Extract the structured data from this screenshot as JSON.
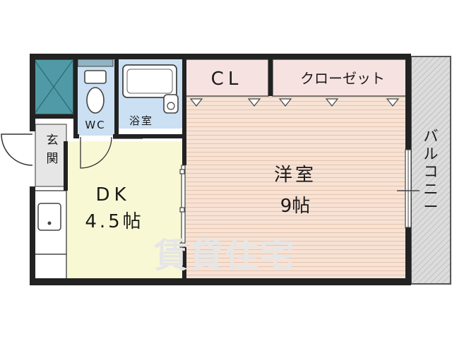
{
  "rooms": {
    "western_room": {
      "label": "洋室",
      "size": "9帖"
    },
    "dk": {
      "label": "DK",
      "size": "4.5帖"
    },
    "bath": {
      "label": "浴室"
    },
    "wc": {
      "label": "WC"
    },
    "entrance": {
      "label": "玄関"
    },
    "cl": {
      "label": "CL"
    },
    "closet": {
      "label": "クローゼット"
    },
    "balcony": {
      "label": "バルコニー"
    }
  },
  "watermark": {
    "text": "賃貸住宅"
  },
  "colors": {
    "wall": "#222222",
    "western_floor": "#f7e2d4",
    "dk_floor": "#f8f8d4",
    "closet_fill": "#f7e2e2",
    "wet_area": "#cbe0f2",
    "teal_tile": "#4f9aa6",
    "balcony_fill": "#dcdcdc"
  }
}
